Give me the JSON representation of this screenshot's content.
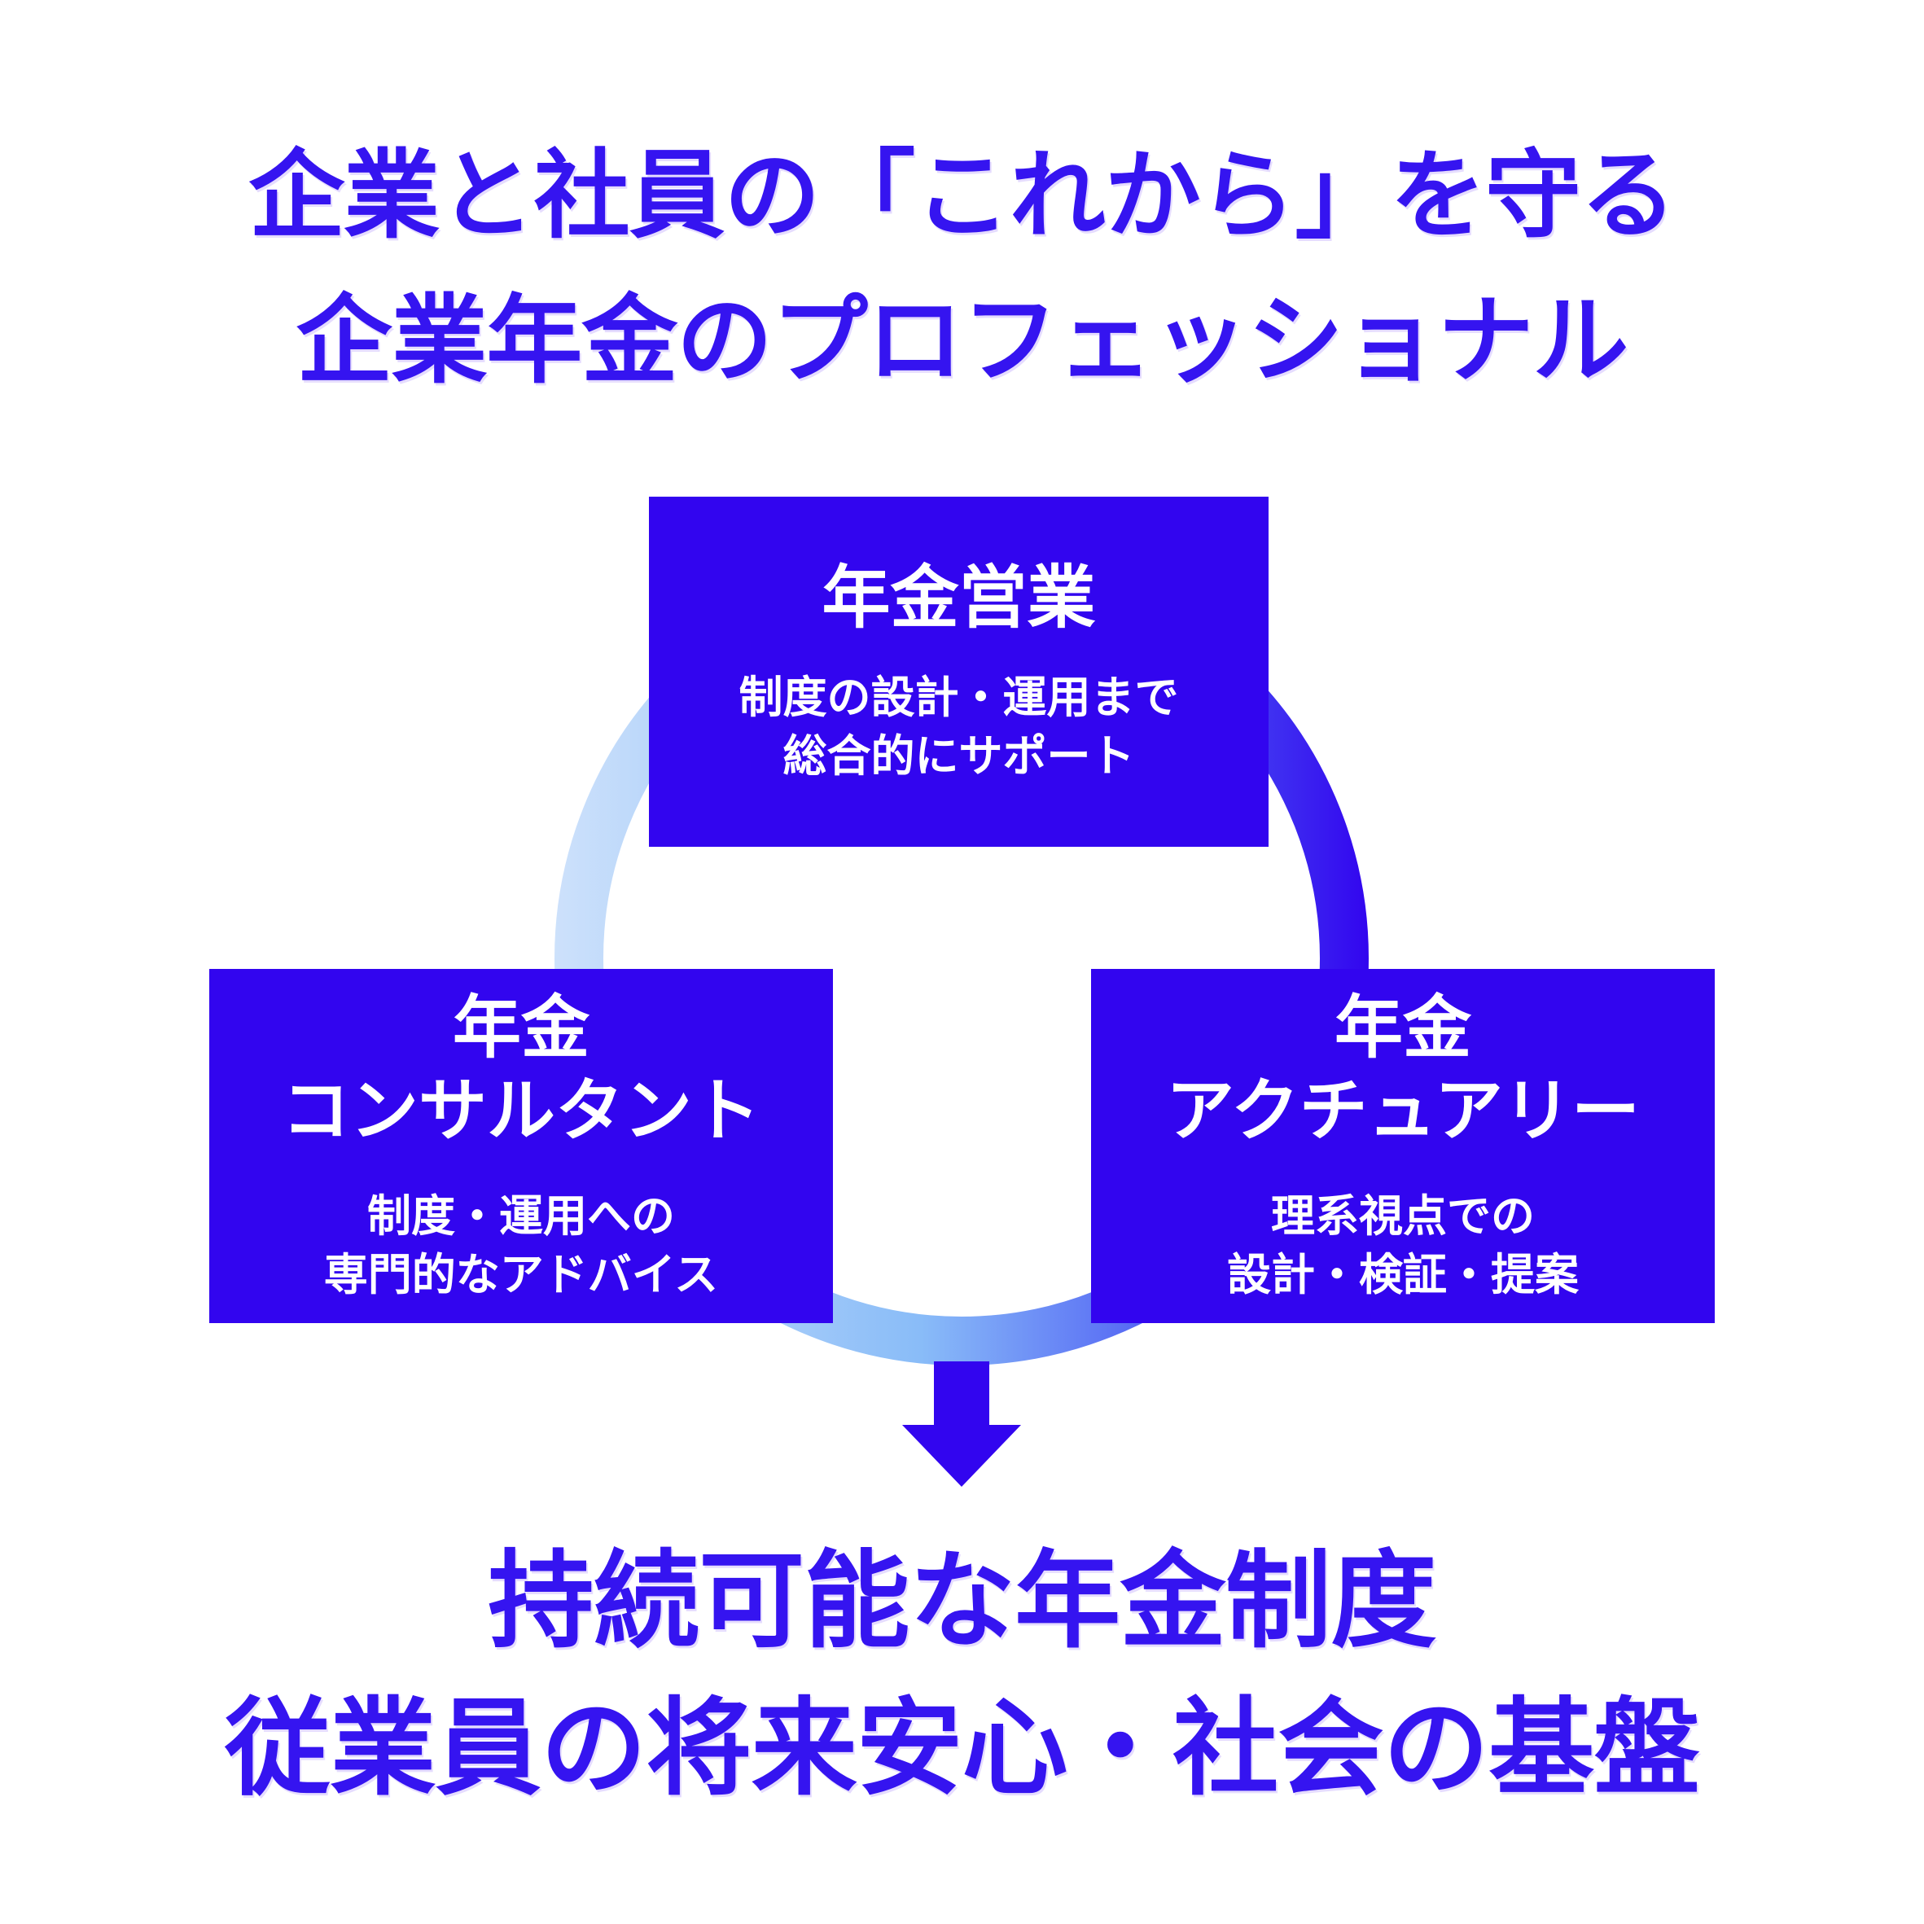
{
  "header": {
    "title_line1": "企業と社員の「これから」を守る",
    "title_line2": "企業年金のプロフェッショナル"
  },
  "diagram": {
    "top": {
      "title": "年金営業",
      "desc1": "制度の設計・運用まで",
      "desc2": "総合的にサポート"
    },
    "left": {
      "title1": "年金",
      "title2": "コンサルタント",
      "desc1": "制度・運用への",
      "desc2": "専門的なアドバイス"
    },
    "right": {
      "title1": "年金",
      "title2": "アクチュアリー",
      "desc1": "理系視点での",
      "desc2": "設計・検証・提案"
    }
  },
  "footer": {
    "line1": "持続可能な年金制度",
    "line2": "従業員の将来安心・社会の基盤"
  },
  "colors": {
    "deep_blue": "#3205ef",
    "text_blue": "#3514f0",
    "ring_light": "#cde1fb",
    "ring_mid": "#89bcf8",
    "ring_dark": "#3205ef",
    "box_text": "#ffffff",
    "background": "#ffffff"
  }
}
